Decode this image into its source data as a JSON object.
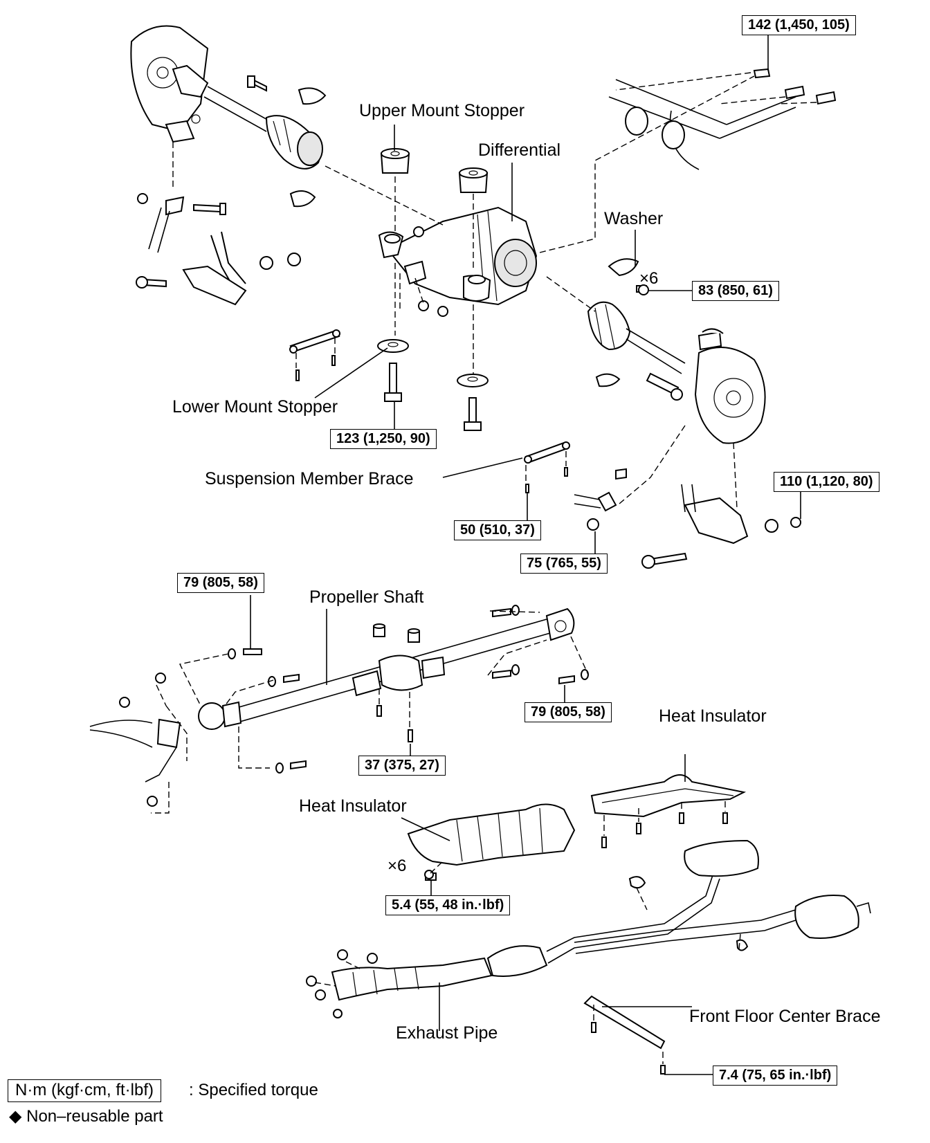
{
  "labels": {
    "upper_mount_stopper": "Upper Mount Stopper",
    "differential": "Differential",
    "washer": "Washer",
    "lower_mount_stopper": "Lower Mount Stopper",
    "suspension_member_brace": "Suspension Member Brace",
    "propeller_shaft": "Propeller Shaft",
    "heat_insulator_upper": "Heat Insulator",
    "heat_insulator_lower": "Heat Insulator",
    "exhaust_pipe": "Exhaust Pipe",
    "front_floor_center_brace": "Front Floor Center Brace"
  },
  "multipliers": {
    "washer_bolts": "×6",
    "heat_insulator_bolts": "×6"
  },
  "torques": {
    "t142": "142 (1,450, 105)",
    "t83": "83 (850, 61)",
    "t123": "123 (1,250, 90)",
    "t110": "110 (1,120, 80)",
    "t50": "50 (510, 37)",
    "t75": "75 (765, 55)",
    "t79_left": "79 (805, 58)",
    "t79_right": "79 (805, 58)",
    "t37": "37 (375, 27)",
    "t5_4": "5.4 (55, 48 in.·lbf)",
    "t7_4": "7.4 (75, 65 in.·lbf)"
  },
  "legend": {
    "unit_box": "N·m (kgf·cm, ft·lbf)",
    "unit_desc": ": Specified torque",
    "non_reusable": "◆ Non–reusable part"
  }
}
